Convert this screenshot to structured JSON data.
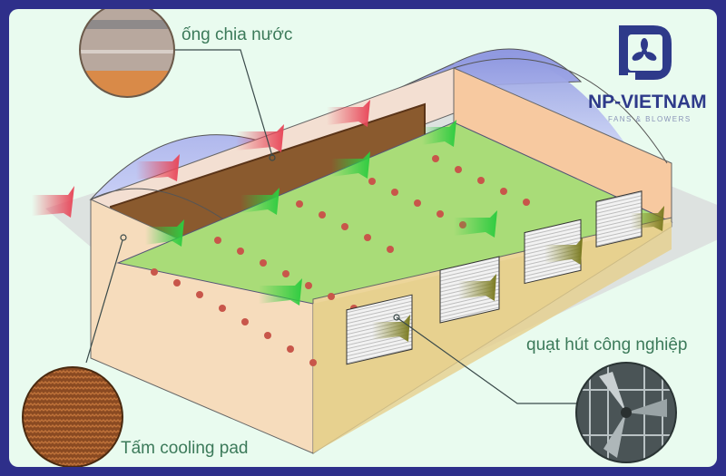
{
  "diagram": {
    "title": "Greenhouse evaporative cooling system",
    "labels": {
      "water_pipe": "ống chia nước",
      "cooling_pad": "Tấm cooling pad",
      "exhaust_fan": "quạt hút công nghiệp"
    },
    "brand": {
      "name": "NP-VIETNAM",
      "tagline": "FANS & BLOWERS",
      "logo_icon": "fan-in-p-logo-icon"
    },
    "components": [
      {
        "id": "water-pipe",
        "callout": "ống chia nước",
        "inset": "water-pipe-closeup"
      },
      {
        "id": "cooling-pad",
        "callout": "Tấm cooling pad",
        "inset": "cooling-pad-texture-closeup"
      },
      {
        "id": "exhaust-fans",
        "count": 4,
        "callout": "quạt hút công nghiệp",
        "inset": "exhaust-fan-closeup"
      }
    ],
    "airflow": {
      "hot_air_arrows": 4,
      "cool_air_arrows": 6,
      "exhaust_arrows": 4
    },
    "colors": {
      "frame": "#2e2f8a",
      "background": "#e9fbef",
      "label_text": "#3c7a5a",
      "brand": "#2e3a8a",
      "roof": "#9aa3e6",
      "wall": "#f6dcbc",
      "floor": "#a9dc78",
      "cooling_pad": "#8a5a2e",
      "hot_arrow": "#e8485a",
      "cool_arrow": "#2ecc40"
    }
  }
}
